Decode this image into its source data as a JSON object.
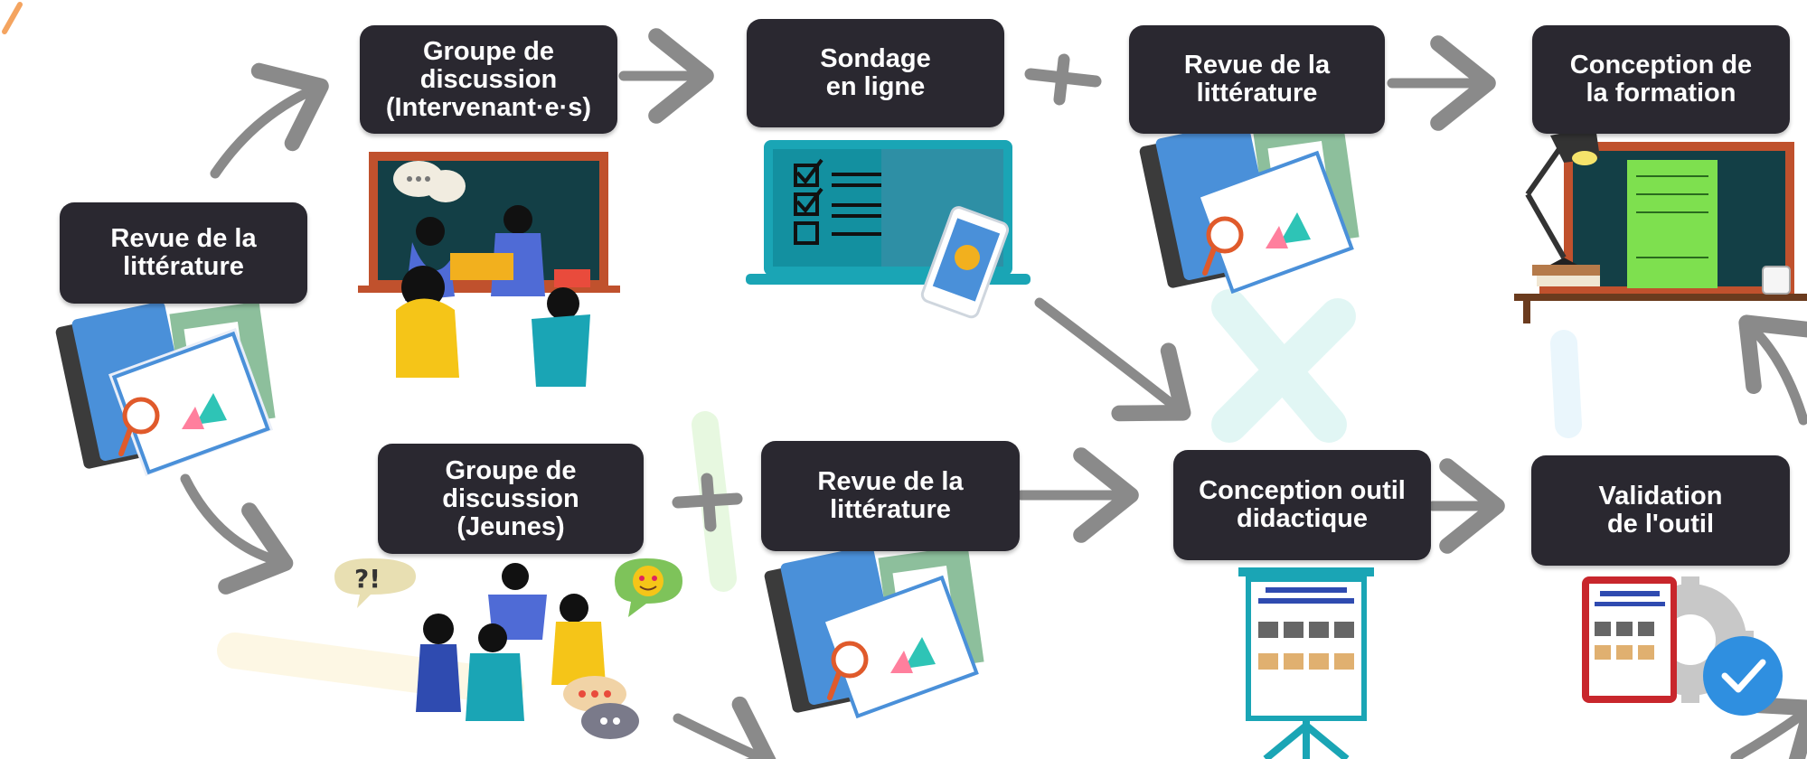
{
  "steps": {
    "lit_review_start": "Revue de la\nlittérature",
    "focus_group_workers": "Groupe de\ndiscussion\n(Intervenant·e·s)",
    "online_survey": "Sondage\nen ligne",
    "lit_review_top": "Revue de la\nlittérature",
    "training_design": "Conception de\nla formation",
    "focus_group_youth": "Groupe de\ndiscussion\n(Jeunes)",
    "lit_review_bottom": "Revue de la\nlittérature",
    "tool_design": "Conception outil\ndidactique",
    "tool_validation": "Validation\nde l'outil"
  },
  "icons": {
    "books": "books-magnifier-icon",
    "classroom": "classroom-discussion-icon",
    "laptop": "laptop-checklist-icon",
    "training": "desk-lamp-blackboard-icon",
    "group": "youth-group-discussion-icon",
    "poster": "easel-poster-icon",
    "validation": "booklet-gear-check-icon"
  },
  "colors": {
    "box": "#2a2830",
    "arrow": "#8a8a8a",
    "accent_blue": "#4a90d9",
    "accent_teal": "#16a5b5"
  }
}
